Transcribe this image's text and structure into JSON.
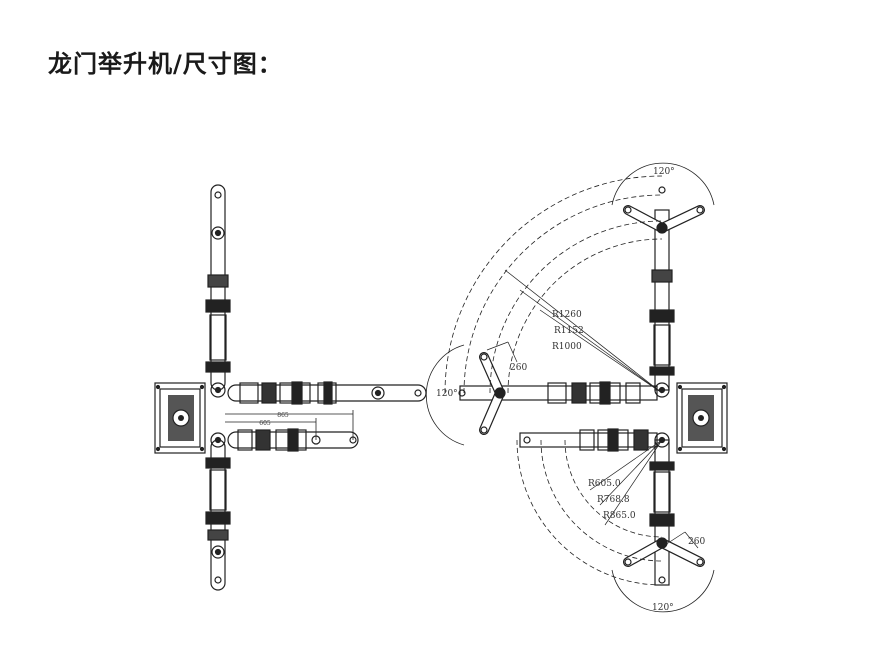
{
  "title": "龙门举升机/尺寸图：",
  "left_view": {
    "dim_long": "865",
    "dim_short": "605"
  },
  "right_view": {
    "radii_outer": [
      "R1260",
      "R1152",
      "R1000"
    ],
    "radii_lower": [
      "R605.0",
      "R768.8",
      "R865.0"
    ],
    "angle_top": "120°",
    "angle_left": "120°",
    "angle_bottom": "120°",
    "arm_width_left": "260",
    "arm_width_bottom": "260"
  },
  "colors": {
    "line": "#222222",
    "background": "#ffffff"
  }
}
